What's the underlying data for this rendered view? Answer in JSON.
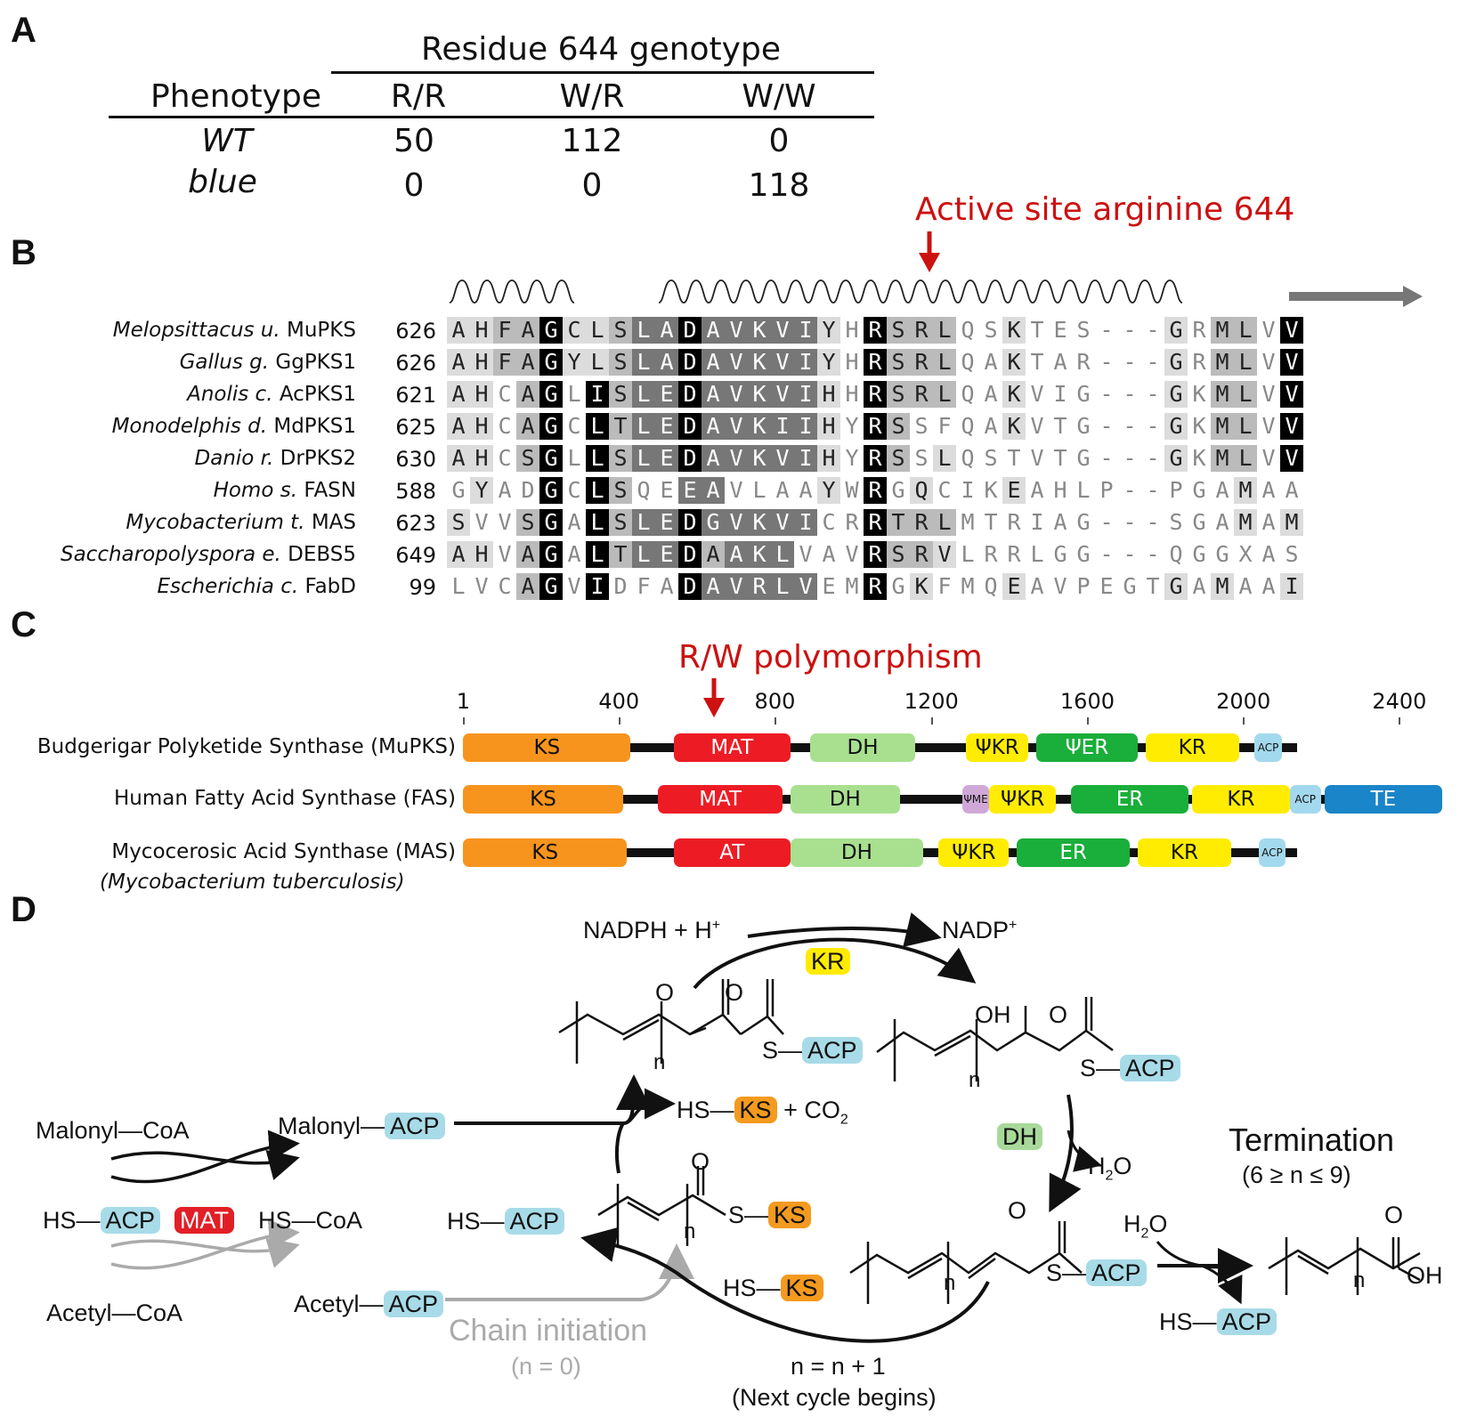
{
  "panels": {
    "a": "A",
    "b": "B",
    "c": "C",
    "d": "D"
  },
  "panelA": {
    "title": "Residue 644 genotype",
    "phenotype_header": "Phenotype",
    "columns": [
      "R/R",
      "W/R",
      "W/W"
    ],
    "rows": [
      {
        "label": "WT",
        "values": [
          "50",
          "112",
          "0"
        ]
      },
      {
        "label": "blue",
        "values": [
          "0",
          "0",
          "118"
        ]
      }
    ]
  },
  "panelB": {
    "annotation": "Active site arginine 644",
    "rows": [
      {
        "genus": "Melopsittacus u.",
        "protein": "MuPKS",
        "start": "626",
        "seq": "AHFAGCLSLADAVKVIYHRSRLQSKTES---GRMLVV",
        "shade": "llmmbllmddbdddddlnbmmmnnlnnnnnnlnmmnb"
      },
      {
        "genus": "Gallus g.",
        "protein": "GgPKS1",
        "start": "626",
        "seq": "AHFAGYLSLADAVKVIYHRSRLQAKTAR---GRMLVV",
        "shade": "llmmbllmddbdddddlnbmmmnnlnnnnnnlnmmnb"
      },
      {
        "genus": "Anolis c.",
        "protein": "AcPKS1",
        "start": "621",
        "seq": "AHCAGLISLEDAVKVIHHRSRLQAKVIG---GKMLVV",
        "shade": "llnmbnbmddbdddddlnbmmmnnlnnnnnnlnmmnb"
      },
      {
        "genus": "Monodelphis d.",
        "protein": "MdPKS1",
        "start": "625",
        "seq": "AHCAGCLTLEDAVKIIHYRSSFQAKVTG---GKMLVV",
        "shade": "llnmbnbmddbdddddlnbmnnnnlnnnnnnlnmmnb"
      },
      {
        "genus": "Danio r.",
        "protein": "DrPKS2",
        "start": "630",
        "seq": "AHCSGLLSLEDAVKVIHYRSSLQSTVTG---GKMLVV",
        "shade": "llnmbnbmddbdddddlnbmnlnnnnnnnnnlnmmnb"
      },
      {
        "genus": "Homo s.",
        "protein": "FASN",
        "start": "588",
        "seq": "GYADGCLSQEEAVLAAYWRGQCIKEAHLP--PGAMAA",
        "shade": "nlnnbnbmnnddnnnnlnbnlnnnlnnnnnnnnnlnn"
      },
      {
        "genus": "Mycobacterium t.",
        "protein": "MAS",
        "start": "623",
        "seq": "SVVSGALSLEDGVKVICRRTRLMTRIAG---SGAMAM",
        "shade": "lnnmbnbmddbdddddnnbmmmnnnnnnnnnnnnlnl"
      },
      {
        "genus": "Saccharopolyspora e.",
        "protein": "DEBS5",
        "start": "649",
        "seq": "AHVAGALTLEDAAKLVAVRSRVLRRLGG---QGGXAS",
        "shade": "llnmbnbmddbmdddnnnbmmlnnnnnnnnnnnnnnn"
      },
      {
        "genus": "Escherichia c.",
        "protein": "FabD",
        "start": "99",
        "seq": "LVCAGVIDFADAVRLVEMRGKFMQEAVPEGTGAMAAI",
        "shade": "nnnmbnbnnnbdddddnnbnlnnnlnnnnnnlnlnnl"
      }
    ]
  },
  "panelC": {
    "annotation": "R/W polymorphism",
    "scale": [
      "1",
      "400",
      "800",
      "1200",
      "1600",
      "2000",
      "2400"
    ],
    "proteins": [
      {
        "name": "Budgerigar Polyketide Synthase (MuPKS)",
        "sub": "",
        "domains": [
          {
            "label": "KS",
            "color": "#f7941d",
            "start": 1,
            "end": 430
          },
          {
            "label": "MAT",
            "color": "#ed1c24",
            "start": 540,
            "end": 840
          },
          {
            "label": "DH",
            "color": "#a8e08f",
            "start": 890,
            "end": 1160
          },
          {
            "label": "ΨKR",
            "color": "#ffec00",
            "start": 1290,
            "end": 1450
          },
          {
            "label": "ΨER",
            "color": "#1aae3a",
            "start": 1470,
            "end": 1730
          },
          {
            "label": "KR",
            "color": "#ffec00",
            "start": 1750,
            "end": 1990
          },
          {
            "label": "ACP",
            "color": "#a3d9ee",
            "start": 2030,
            "end": 2100
          }
        ],
        "end": 2140
      },
      {
        "name": "Human Fatty Acid Synthase (FAS)",
        "sub": "",
        "domains": [
          {
            "label": "KS",
            "color": "#f7941d",
            "start": 1,
            "end": 410
          },
          {
            "label": "MAT",
            "color": "#ed1c24",
            "start": 500,
            "end": 820
          },
          {
            "label": "DH",
            "color": "#a8e08f",
            "start": 840,
            "end": 1120
          },
          {
            "label": "ΨME",
            "color": "#d0a8d8",
            "start": 1280,
            "end": 1350
          },
          {
            "label": "ΨKR",
            "color": "#ffec00",
            "start": 1350,
            "end": 1520
          },
          {
            "label": "ER",
            "color": "#1aae3a",
            "start": 1560,
            "end": 1860
          },
          {
            "label": "KR",
            "color": "#ffec00",
            "start": 1870,
            "end": 2120
          },
          {
            "label": "ACP",
            "color": "#a3d9ee",
            "start": 2120,
            "end": 2200
          },
          {
            "label": "TE",
            "color": "#1a85c8",
            "start": 2210,
            "end": 2510
          }
        ],
        "end": 2511
      },
      {
        "name": "Mycocerosic Acid Synthase (MAS)",
        "sub": "(Mycobacterium tuberculosis)",
        "domains": [
          {
            "label": "KS",
            "color": "#f7941d",
            "start": 1,
            "end": 420
          },
          {
            "label": "AT",
            "color": "#ed1c24",
            "start": 540,
            "end": 840
          },
          {
            "label": "DH",
            "color": "#a8e08f",
            "start": 840,
            "end": 1180
          },
          {
            "label": "ΨKR",
            "color": "#ffec00",
            "start": 1220,
            "end": 1400
          },
          {
            "label": "ER",
            "color": "#1aae3a",
            "start": 1420,
            "end": 1710
          },
          {
            "label": "KR",
            "color": "#ffec00",
            "start": 1730,
            "end": 1970
          },
          {
            "label": "ACP",
            "color": "#a3d9ee",
            "start": 2040,
            "end": 2110
          }
        ],
        "end": 2140
      }
    ]
  },
  "panelD": {
    "nadph": "NADPH + H",
    "nadph_sup": "+",
    "nadp": "NADP",
    "nadp_sup": "+",
    "kr": "KR",
    "dh": "DH",
    "mat": "MAT",
    "acp": "ACP",
    "ks": "KS",
    "malonyl_coa": "Malonyl—CoA",
    "acetyl_coa": "Acetyl—CoA",
    "hs": "HS—",
    "hs_coa": "HS—CoA",
    "malonyl": "Malonyl—",
    "acetyl": "Acetyl—",
    "co2": "+ CO",
    "co2_sub": "2",
    "h2o": "H",
    "h2o_sub": "2",
    "h2o_o": "O",
    "s": "S—",
    "o": "O",
    "oh": "OH",
    "n": "n",
    "termination": "Termination",
    "termination_range": "(6 ≥ n ≤ 9)",
    "chain_init": "Chain initiation",
    "chain_init_n": "(n = 0)",
    "next_n": "n = n + 1",
    "next_cycle": "(Next cycle begins)"
  }
}
